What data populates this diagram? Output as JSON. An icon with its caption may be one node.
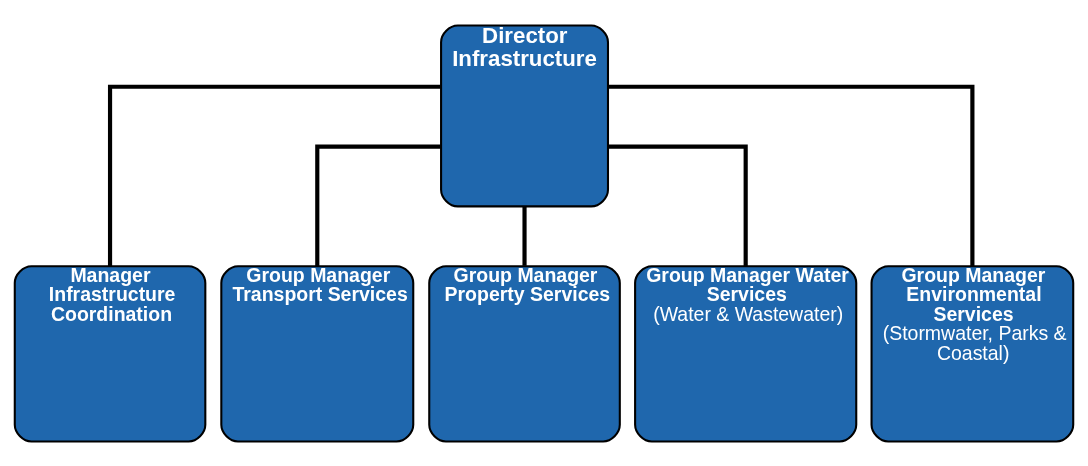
{
  "diagram": {
    "nodes": [
      {
        "text": [
          "Director Infrastructure"
        ]
      },
      {
        "text": [
          "Manager Infrastructure Coordination"
        ]
      },
      {
        "text": [
          "Group Manager Transport Services"
        ]
      },
      {
        "text": [
          "Group Manager Property Services"
        ]
      },
      {
        "text": [
          "Group Manager Water Services",
          "(Water & Wastewater)"
        ]
      },
      {
        "text": [
          "Group Manager Environmental Services",
          "(Stormwater, Parks & Coastal)"
        ]
      }
    ],
    "edges": [
      {
        "from": 0,
        "to": 1,
        "arrow": "none"
      },
      {
        "from": 0,
        "to": 2,
        "arrow": "none"
      },
      {
        "from": 0,
        "to": 3,
        "arrow": "none"
      },
      {
        "from": 0,
        "to": 4,
        "arrow": "none"
      },
      {
        "from": 0,
        "to": 5,
        "arrow": "none"
      }
    ]
  }
}
